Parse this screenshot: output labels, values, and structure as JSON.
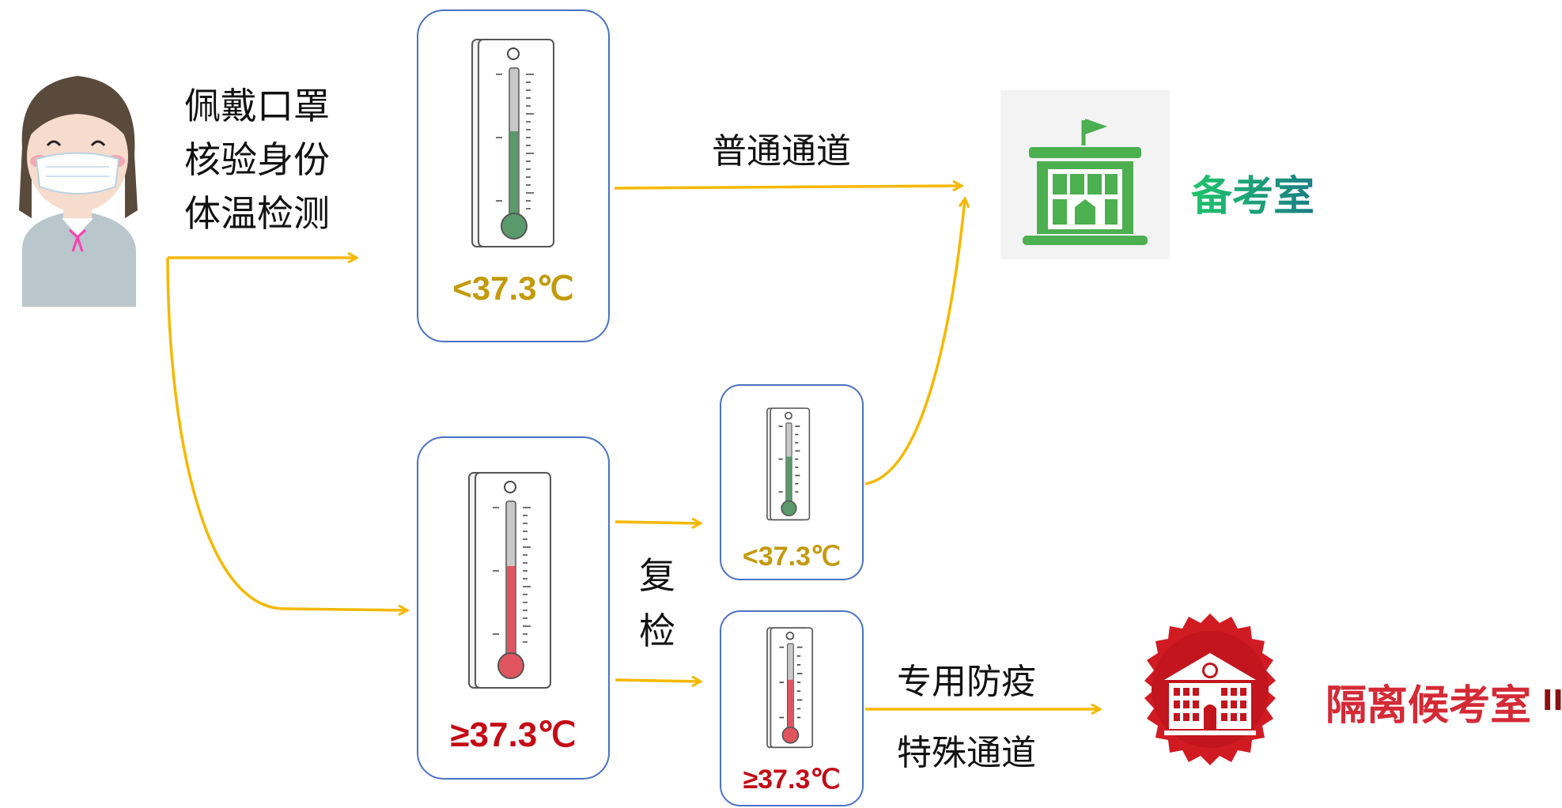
{
  "steps": [
    "佩戴口罩",
    "核验身份",
    "体温检测"
  ],
  "temperatures": {
    "normal": "<37.3℃",
    "high": "≥37.3℃"
  },
  "labels": {
    "normal_channel": "普通通道",
    "recheck": [
      "复",
      "检"
    ],
    "special_channel": [
      "专用防疫",
      "特殊通道"
    ]
  },
  "destinations": {
    "exam_room": "备考室",
    "isolation_room": "隔离候考室",
    "isolation_suffix": "II"
  },
  "colors": {
    "arrow": "#f5b800",
    "box_border": "#4a72c4",
    "normal_text": "#c39a0b",
    "high_text": "#c40b16",
    "green": "#4caf50",
    "red": "#e04b55"
  },
  "icons": [
    "student-with-mask-icon",
    "thermometer-icon",
    "school-building-icon",
    "isolation-building-icon"
  ]
}
